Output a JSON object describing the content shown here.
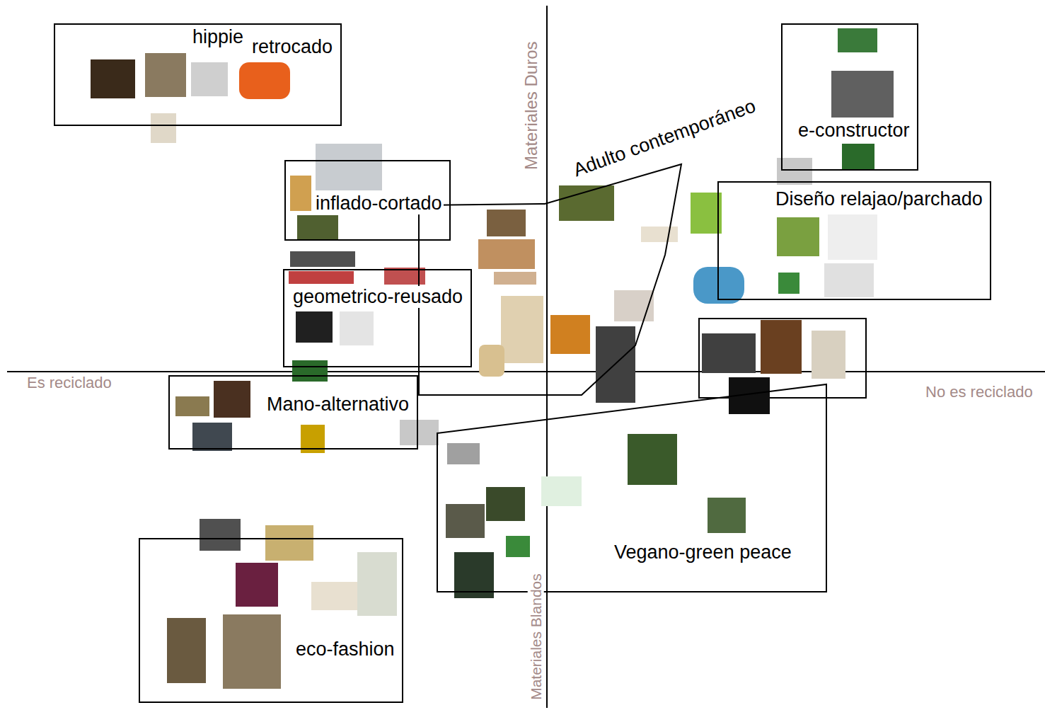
{
  "diagram": {
    "nodes": [
      {
        "text": [
          "hippie",
          "retrocado"
        ]
      },
      {
        "text": [
          "inflado-cortado"
        ]
      },
      {
        "text": [
          "geometrico-reusado"
        ]
      },
      {
        "text": [
          "Mano-alternativo"
        ]
      },
      {
        "text": [
          "eco-fashion"
        ]
      },
      {
        "text": [
          "Adulto contemporáneo"
        ]
      },
      {
        "text": [
          "e-constructor"
        ]
      },
      {
        "text": [
          "Diseño relajao/parchado"
        ]
      },
      {
        "text": [
          "Vegano-green peace"
        ]
      }
    ],
    "labels": [
      "Materiales Duros",
      "Es reciclado",
      "No es reciclado",
      "Materiales Blandos"
    ]
  }
}
